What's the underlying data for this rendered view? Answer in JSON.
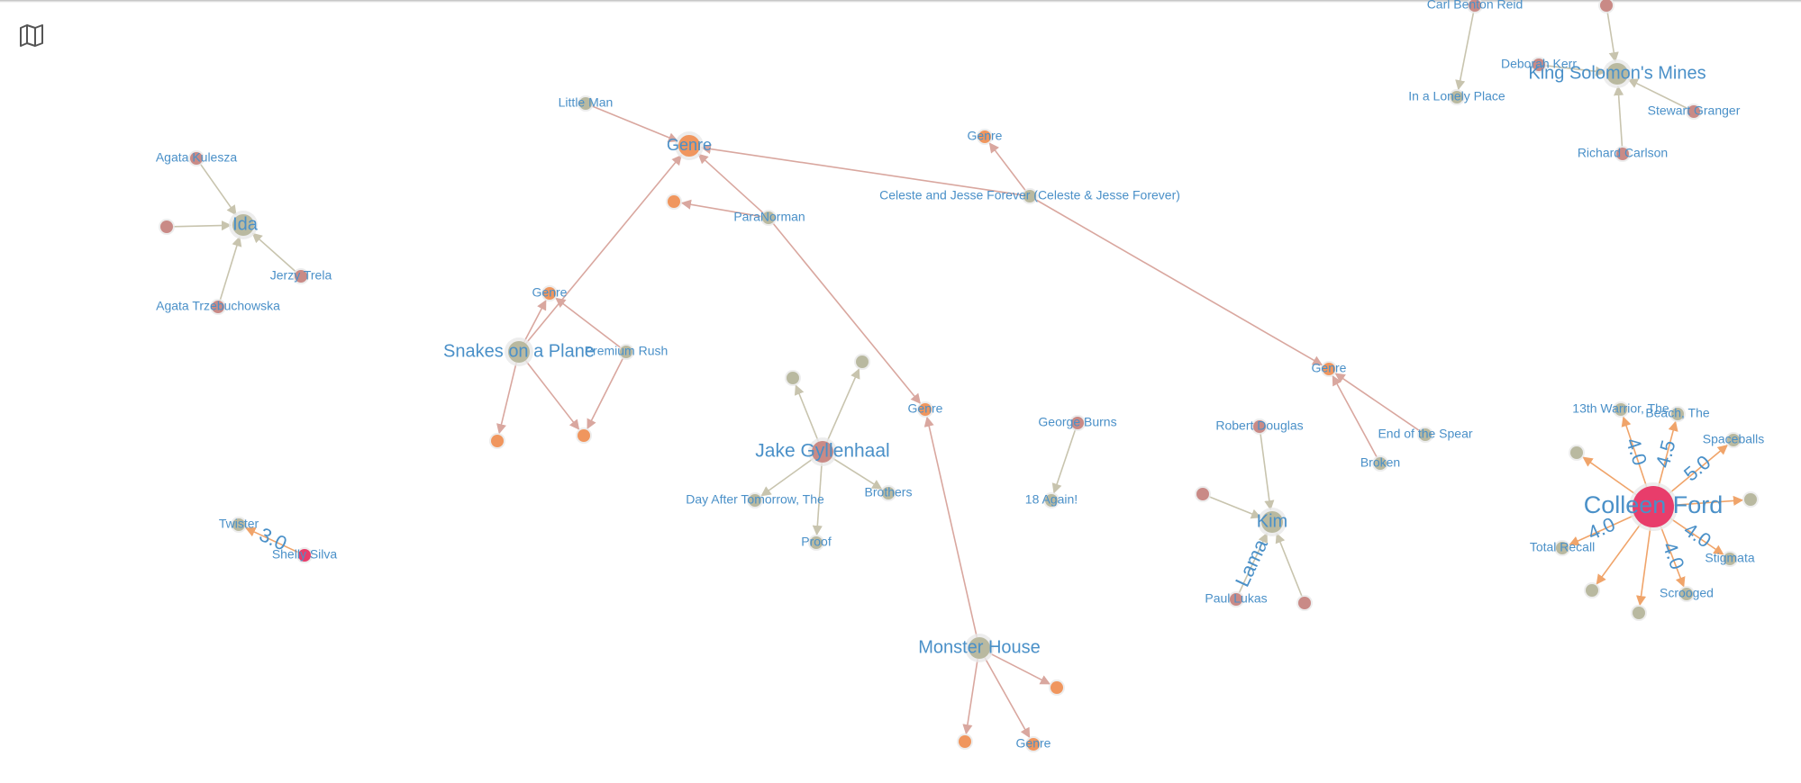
{
  "toolbar": {
    "map_icon": "map-icon"
  },
  "colors": {
    "movie": "#b9b9a0",
    "person": "#c98a86",
    "genre": "#f0965e",
    "user": "#e83d6b",
    "label": "#4a90c8",
    "edge_person": "#c8c4ae",
    "edge_genre": "#d9a79f",
    "edge_rating": "#f0a46a"
  },
  "graph": {
    "nodes": [
      {
        "id": "ida",
        "kind": "movie",
        "label": "Ida",
        "big": true
      },
      {
        "id": "agata_k",
        "kind": "person",
        "label": "Agata Kulesza"
      },
      {
        "id": "ida_unl",
        "kind": "person",
        "label": ""
      },
      {
        "id": "jerzy",
        "kind": "person",
        "label": "Jerzy Trela"
      },
      {
        "id": "agata_t",
        "kind": "person",
        "label": "Agata Trzebuchowska"
      },
      {
        "id": "twister",
        "kind": "movie",
        "label": "Twister"
      },
      {
        "id": "shelly",
        "kind": "user",
        "label": "Shelly Silva"
      },
      {
        "id": "littleman",
        "kind": "movie",
        "label": "Little Man"
      },
      {
        "id": "genre1",
        "kind": "genre",
        "label": "Genre",
        "big": true
      },
      {
        "id": "paranorman",
        "kind": "movie",
        "label": "ParaNorman"
      },
      {
        "id": "pn_g_unl",
        "kind": "genre",
        "label": ""
      },
      {
        "id": "snakes",
        "kind": "movie",
        "label": "Snakes on a Plane",
        "big": true
      },
      {
        "id": "genre2",
        "kind": "genre",
        "label": "Genre"
      },
      {
        "id": "premium",
        "kind": "movie",
        "label": "Premium Rush"
      },
      {
        "id": "sn_g1",
        "kind": "genre",
        "label": ""
      },
      {
        "id": "sn_g2",
        "kind": "genre",
        "label": ""
      },
      {
        "id": "celeste",
        "kind": "movie",
        "label": "Celeste and Jesse Forever (Celeste & Jesse Forever)"
      },
      {
        "id": "genre3",
        "kind": "genre",
        "label": "Genre"
      },
      {
        "id": "genre4",
        "kind": "genre",
        "label": "Genre"
      },
      {
        "id": "genre5",
        "kind": "genre",
        "label": "Genre"
      },
      {
        "id": "monster",
        "kind": "movie",
        "label": "Monster House",
        "big": true
      },
      {
        "id": "mh_g1",
        "kind": "genre",
        "label": ""
      },
      {
        "id": "mh_g2",
        "kind": "genre",
        "label": ""
      },
      {
        "id": "genre6",
        "kind": "genre",
        "label": "Genre"
      },
      {
        "id": "jake",
        "kind": "person",
        "label": "Jake Gyllenhaal",
        "big": true
      },
      {
        "id": "jk_m1",
        "kind": "movie",
        "label": ""
      },
      {
        "id": "jk_m2",
        "kind": "movie",
        "label": ""
      },
      {
        "id": "dayafter",
        "kind": "movie",
        "label": "Day After Tomorrow, The"
      },
      {
        "id": "proof",
        "kind": "movie",
        "label": "Proof"
      },
      {
        "id": "brothers",
        "kind": "movie",
        "label": "Brothers"
      },
      {
        "id": "george",
        "kind": "person",
        "label": "George Burns"
      },
      {
        "id": "again",
        "kind": "movie",
        "label": "18 Again!"
      },
      {
        "id": "robert",
        "kind": "person",
        "label": "Robert Douglas"
      },
      {
        "id": "kim",
        "kind": "movie",
        "label": "Kim",
        "big": true
      },
      {
        "id": "kim_p1",
        "kind": "person",
        "label": ""
      },
      {
        "id": "paul",
        "kind": "person",
        "label": "Paul Lukas"
      },
      {
        "id": "kim_p2",
        "kind": "person",
        "label": ""
      },
      {
        "id": "endspear",
        "kind": "movie",
        "label": "End of the Spear"
      },
      {
        "id": "broken",
        "kind": "movie",
        "label": "Broken"
      },
      {
        "id": "carleton",
        "kind": "person",
        "label": "Carl Benton Reid"
      },
      {
        "id": "lonely",
        "kind": "movie",
        "label": "In a Lonely Place"
      },
      {
        "id": "kingsol",
        "kind": "movie",
        "label": "King Solomon's Mines",
        "big": true
      },
      {
        "id": "deborah",
        "kind": "person",
        "label": "Deborah Kerr"
      },
      {
        "id": "stewart",
        "kind": "person",
        "label": "Stewart Granger"
      },
      {
        "id": "richard",
        "kind": "person",
        "label": "Richard Carlson"
      },
      {
        "id": "ks_p_top",
        "kind": "person",
        "label": ""
      },
      {
        "id": "colleen",
        "kind": "user",
        "label": "Colleen Ford",
        "big": true
      },
      {
        "id": "warrior",
        "kind": "movie",
        "label": "13th Warrior, The"
      },
      {
        "id": "beach",
        "kind": "movie",
        "label": "Beach, The"
      },
      {
        "id": "spaceballs",
        "kind": "movie",
        "label": "Spaceballs"
      },
      {
        "id": "cf_m1",
        "kind": "movie",
        "label": ""
      },
      {
        "id": "cf_m2",
        "kind": "movie",
        "label": ""
      },
      {
        "id": "stigmata",
        "kind": "movie",
        "label": "Stigmata"
      },
      {
        "id": "scrooged",
        "kind": "movie",
        "label": "Scrooged"
      },
      {
        "id": "cf_m3",
        "kind": "movie",
        "label": ""
      },
      {
        "id": "cf_m4",
        "kind": "movie",
        "label": ""
      },
      {
        "id": "totalrecall",
        "kind": "movie",
        "label": "Total Recall"
      }
    ],
    "edges": [
      {
        "from": "agata_k",
        "to": "ida",
        "type": "person"
      },
      {
        "from": "ida_unl",
        "to": "ida",
        "type": "person"
      },
      {
        "from": "jerzy",
        "to": "ida",
        "type": "person"
      },
      {
        "from": "agata_t",
        "to": "ida",
        "type": "person"
      },
      {
        "from": "shelly",
        "to": "twister",
        "type": "rating",
        "label": "3.0"
      },
      {
        "from": "littleman",
        "to": "genre1",
        "type": "genre"
      },
      {
        "from": "paranorman",
        "to": "genre1",
        "type": "genre"
      },
      {
        "from": "paranorman",
        "to": "pn_g_unl",
        "type": "genre"
      },
      {
        "from": "paranorman",
        "to": "genre6",
        "type": "genre"
      },
      {
        "from": "snakes",
        "to": "genre1",
        "type": "genre"
      },
      {
        "from": "snakes",
        "to": "genre2",
        "type": "genre"
      },
      {
        "from": "snakes",
        "to": "sn_g1",
        "type": "genre"
      },
      {
        "from": "snakes",
        "to": "sn_g2",
        "type": "genre"
      },
      {
        "from": "premium",
        "to": "genre2",
        "type": "genre"
      },
      {
        "from": "premium",
        "to": "sn_g2",
        "type": "genre"
      },
      {
        "from": "celeste",
        "to": "genre1",
        "type": "genre"
      },
      {
        "from": "celeste",
        "to": "genre3",
        "type": "genre"
      },
      {
        "from": "celeste",
        "to": "genre4",
        "type": "genre"
      },
      {
        "from": "monster",
        "to": "genre6",
        "type": "genre"
      },
      {
        "from": "monster",
        "to": "mh_g1",
        "type": "genre"
      },
      {
        "from": "monster",
        "to": "mh_g2",
        "type": "genre"
      },
      {
        "from": "monster",
        "to": "genre5",
        "type": "genre"
      },
      {
        "from": "jake",
        "to": "jk_m1",
        "type": "person"
      },
      {
        "from": "jake",
        "to": "jk_m2",
        "type": "person"
      },
      {
        "from": "jake",
        "to": "dayafter",
        "type": "person"
      },
      {
        "from": "jake",
        "to": "proof",
        "type": "person"
      },
      {
        "from": "jake",
        "to": "brothers",
        "type": "person"
      },
      {
        "from": "george",
        "to": "again",
        "type": "person"
      },
      {
        "from": "robert",
        "to": "kim",
        "type": "person"
      },
      {
        "from": "kim_p1",
        "to": "kim",
        "type": "person"
      },
      {
        "from": "paul",
        "to": "kim",
        "type": "person",
        "label": "Lama"
      },
      {
        "from": "kim_p2",
        "to": "kim",
        "type": "person"
      },
      {
        "from": "endspear",
        "to": "genre4",
        "type": "genre"
      },
      {
        "from": "broken",
        "to": "genre4",
        "type": "genre"
      },
      {
        "from": "carleton",
        "to": "lonely",
        "type": "person"
      },
      {
        "from": "ks_p_top",
        "to": "kingsol",
        "type": "person"
      },
      {
        "from": "deborah",
        "to": "kingsol",
        "type": "person"
      },
      {
        "from": "stewart",
        "to": "kingsol",
        "type": "person"
      },
      {
        "from": "richard",
        "to": "kingsol",
        "type": "person"
      },
      {
        "from": "colleen",
        "to": "warrior",
        "type": "rating",
        "label": "4.0"
      },
      {
        "from": "colleen",
        "to": "beach",
        "type": "rating",
        "label": "4.5"
      },
      {
        "from": "colleen",
        "to": "spaceballs",
        "type": "rating",
        "label": "5.0"
      },
      {
        "from": "colleen",
        "to": "cf_m1",
        "type": "rating"
      },
      {
        "from": "colleen",
        "to": "cf_m2",
        "type": "rating"
      },
      {
        "from": "colleen",
        "to": "stigmata",
        "type": "rating",
        "label": "4.0"
      },
      {
        "from": "colleen",
        "to": "scrooged",
        "type": "rating",
        "label": "4.0"
      },
      {
        "from": "colleen",
        "to": "cf_m3",
        "type": "rating"
      },
      {
        "from": "colleen",
        "to": "cf_m4",
        "type": "rating"
      },
      {
        "from": "colleen",
        "to": "totalrecall",
        "type": "rating",
        "label": "4.0"
      }
    ]
  }
}
